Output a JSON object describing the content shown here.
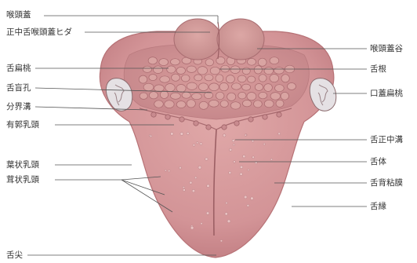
{
  "colors": {
    "background": "#ffffff",
    "tongue_body": "#d79a9b",
    "tongue_edge": "#c57f84",
    "tongue_dark": "#b56a71",
    "tonsil": "#e3e0e4",
    "leader_line": "#555555",
    "label_text": "#333333"
  },
  "labels": {
    "epiglottis": "喉頭蓋",
    "median_glossoepiglottic_fold": "正中舌喉頭蓋ヒダ",
    "lingual_tonsil": "舌扁桃",
    "foramen_cecum": "舌盲孔",
    "terminal_sulcus": "分界溝",
    "vallate_papillae": "有郭乳頭",
    "foliate_papillae": "葉状乳頭",
    "fungiform_papillae": "茸状乳頭",
    "tip_of_tongue": "舌尖",
    "vallecula": "喉頭蓋谷",
    "root_of_tongue": "舌根",
    "palatine_tonsil": "口蓋扁桃",
    "median_sulcus": "舌正中溝",
    "body_of_tongue": "舌体",
    "dorsal_mucosa": "舌背粘膜",
    "margin_of_tongue": "舌縁"
  }
}
